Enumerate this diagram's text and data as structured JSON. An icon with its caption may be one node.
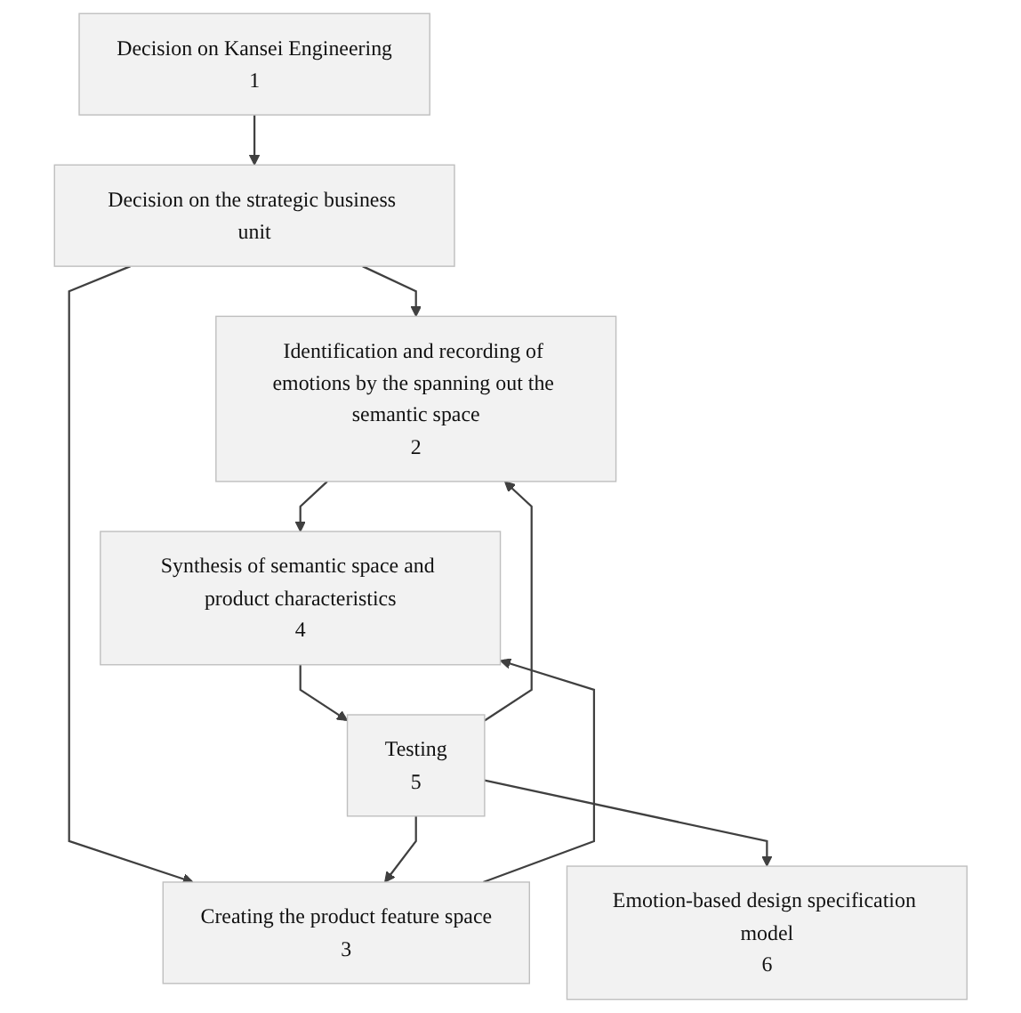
{
  "diagram": {
    "nodes": [
      {
        "text": [
          "Decision on Kansei Engineering",
          "1"
        ]
      },
      {
        "text": [
          "Decision on the strategic business unit"
        ]
      },
      {
        "text": [
          "Identification and recording of emotions by the spanning out the semantic space",
          "2"
        ]
      },
      {
        "text": [
          "Creating the product feature space",
          "3"
        ]
      },
      {
        "text": [
          "Synthesis of semantic space and product characteristics",
          "4"
        ]
      },
      {
        "text": [
          "Testing",
          "5"
        ]
      },
      {
        "text": [
          "Emotion-based design specification model",
          "6"
        ]
      }
    ],
    "edges": [
      {
        "from": 0,
        "to": 1,
        "arrow": "to"
      },
      {
        "from": 1,
        "to": 2,
        "arrow": "to"
      },
      {
        "from": 1,
        "to": 3,
        "arrow": "to"
      },
      {
        "from": 2,
        "to": 4,
        "arrow": "to"
      },
      {
        "from": 3,
        "to": 4,
        "arrow": "to"
      },
      {
        "from": 4,
        "to": 5,
        "arrow": "to"
      },
      {
        "from": 5,
        "to": 2,
        "arrow": "to"
      },
      {
        "from": 5,
        "to": 3,
        "arrow": "to"
      },
      {
        "from": 5,
        "to": 6,
        "arrow": "to"
      }
    ]
  }
}
